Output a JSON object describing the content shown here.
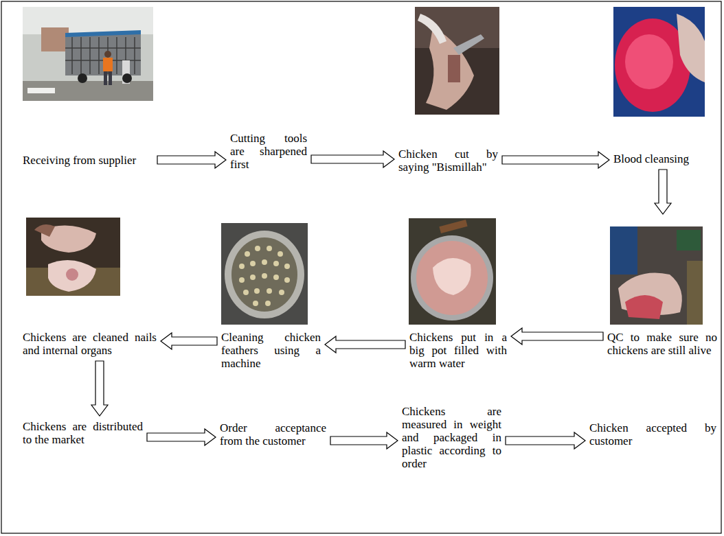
{
  "diagram": {
    "nodes": [
      {
        "text": [
          "Receiving from supplier"
        ]
      },
      {
        "text": [
          "Cutting tools are sharpened first"
        ]
      },
      {
        "text": [
          "Chicken cut by saying \"Bismillah\""
        ]
      },
      {
        "text": [
          "Blood cleansing"
        ]
      },
      {
        "text": [
          "QC to make sure no chickens are still alive"
        ]
      },
      {
        "text": [
          "Chickens put in a big pot filled with warm water"
        ]
      },
      {
        "text": [
          "Cleaning chicken feathers using a machine"
        ]
      },
      {
        "text": [
          "Chickens are cleaned nails and internal organs"
        ]
      },
      {
        "text": [
          "Chickens are distributed to the market"
        ]
      },
      {
        "text": [
          "Order acceptance from the customer"
        ]
      },
      {
        "text": [
          "Chickens are measured in weight and packaged in plastic according to order"
        ]
      },
      {
        "text": [
          "Chicken accepted by customer"
        ]
      }
    ],
    "edges": [
      {
        "from": 0,
        "to": 1,
        "arrow": "to"
      },
      {
        "from": 1,
        "to": 2,
        "arrow": "to"
      },
      {
        "from": 2,
        "to": 3,
        "arrow": "to"
      },
      {
        "from": 3,
        "to": 4,
        "arrow": "to"
      },
      {
        "from": 4,
        "to": 5,
        "arrow": "to"
      },
      {
        "from": 5,
        "to": 6,
        "arrow": "to"
      },
      {
        "from": 6,
        "to": 7,
        "arrow": "to"
      },
      {
        "from": 7,
        "to": 8,
        "arrow": "to"
      },
      {
        "from": 8,
        "to": 9,
        "arrow": "to"
      },
      {
        "from": 9,
        "to": 10,
        "arrow": "to"
      },
      {
        "from": 10,
        "to": 11,
        "arrow": "to"
      }
    ]
  }
}
